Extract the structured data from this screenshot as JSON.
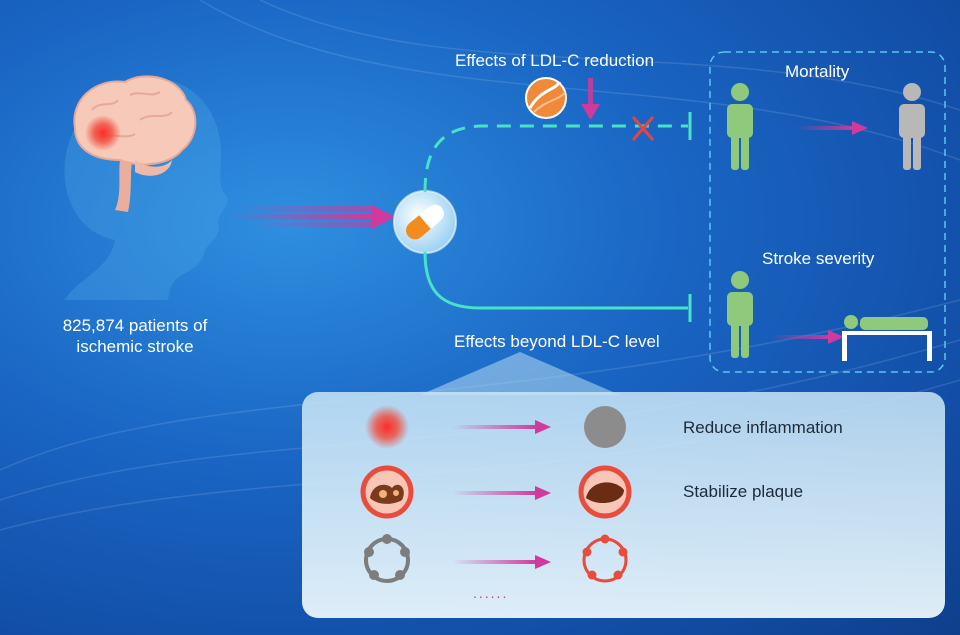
{
  "patients": {
    "label": "825,874 patients of ischemic stroke"
  },
  "ldl_effects": {
    "title": "Effects of LDL-C reduction"
  },
  "beyond_effects": {
    "title": "Effects beyond LDL-C level"
  },
  "outcomes": {
    "mortality": "Mortality",
    "stroke_severity": "Stroke severity"
  },
  "mechanisms": {
    "reduce_inflammation": "Reduce inflammation",
    "stabilize_plaque": "Stabilize plaque",
    "ellipsis": "......"
  },
  "colors": {
    "arrow": "#d03a9c",
    "teal_line": "#48e2c4",
    "blocked_x": "#e64444",
    "person_green": "#8fc97c",
    "person_gray": "#b8b8b8",
    "inflammation": "#f04a3a",
    "panel": "#dff0fa"
  }
}
